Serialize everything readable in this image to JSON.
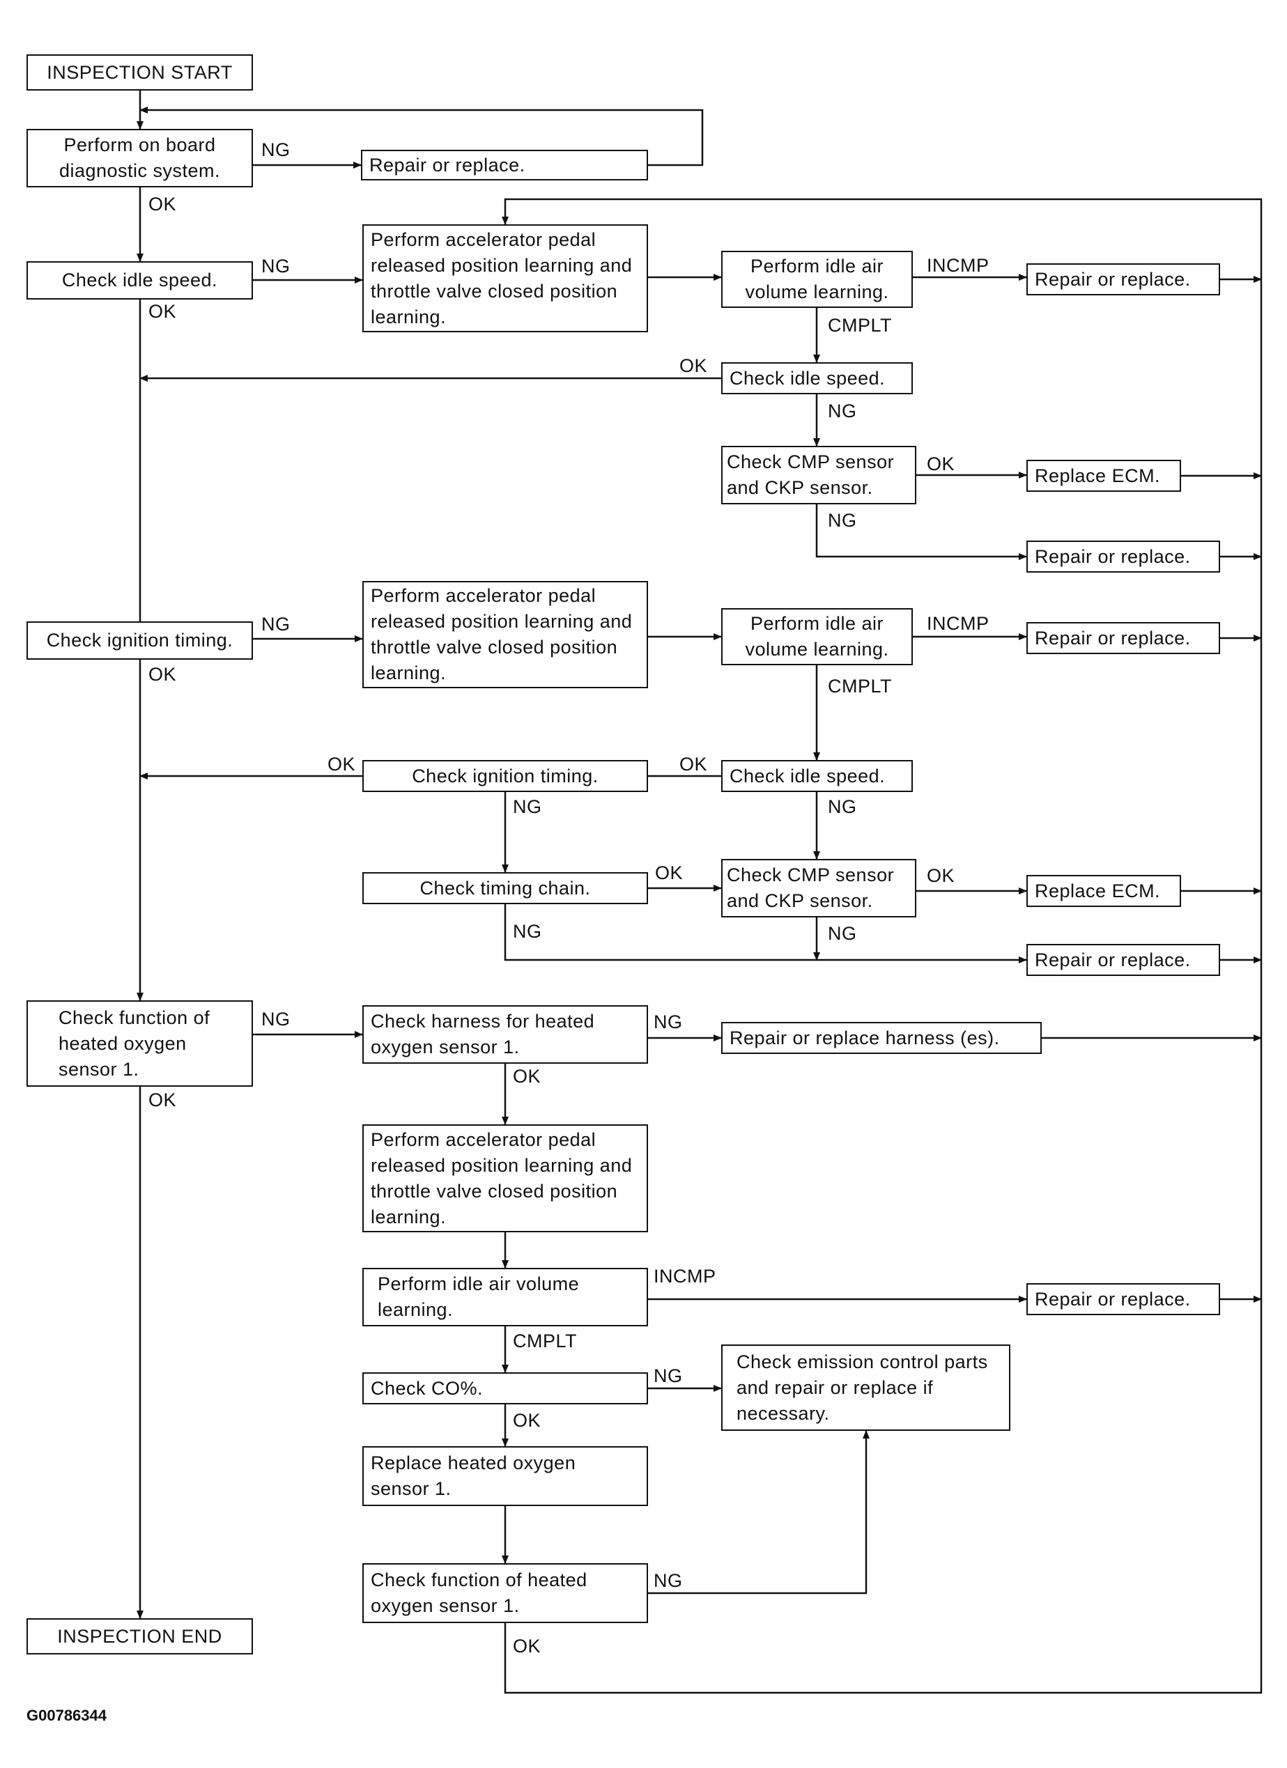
{
  "nodes": {
    "start": "INSPECTION START",
    "obd": "Perform on board diagnostic system.",
    "repair_top": "Repair or replace.",
    "idle_speed": "Check idle speed.",
    "learn1": "Perform accelerator pedal released position learning and throttle valve closed position learning.",
    "idle_air1": "Perform idle air volume learning.",
    "repair1": "Repair or replace.",
    "idle_speed2": "Check idle speed.",
    "cmp1": "Check CMP sensor and CKP sensor.",
    "ecm1": "Replace ECM.",
    "repair2": "Repair or replace.",
    "ign_timing": "Check ignition timing.",
    "learn2": "Perform accelerator pedal released position learning and throttle valve closed position learning.",
    "idle_air2": "Perform idle air volume learning.",
    "repair3": "Repair or replace.",
    "ign_timing2": "Check ignition timing.",
    "idle_speed3": "Check idle speed.",
    "timing_chain": "Check timing chain.",
    "cmp2": "Check CMP sensor and CKP sensor.",
    "ecm2": "Replace ECM.",
    "repair4": "Repair or replace.",
    "ho2s": "Check function of heated oxygen sensor 1.",
    "harness": "Check harness for heated oxygen sensor 1.",
    "repair_harness": "Repair or replace harness (es).",
    "learn3": "Perform accelerator pedal released position learning and throttle valve closed position learning.",
    "idle_air3": "Perform idle air volume learning.",
    "repair5": "Repair or replace.",
    "co": "Check CO%.",
    "emission": "Check emission control parts and repair or replace if necessary.",
    "replace_ho2s": "Replace heated oxygen sensor 1.",
    "ho2s2": "Check function of heated oxygen sensor 1.",
    "end": "INSPECTION END"
  },
  "labels": {
    "ok": "OK",
    "ng": "NG",
    "incmp": "INCMP",
    "cmplt": "CMPLT"
  },
  "figure_code": "G00786344"
}
